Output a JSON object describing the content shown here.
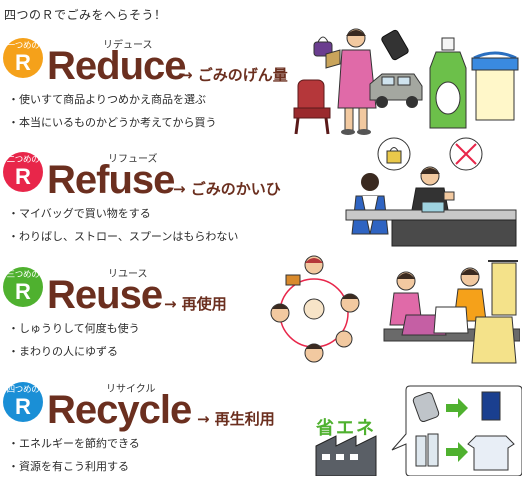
{
  "title": "四つのＲでごみをへらそう！",
  "sections": [
    {
      "badge": "一つめの",
      "letter": "R",
      "word": "Reduce",
      "kana": "リデュース",
      "arrow": "→ ごみのげん量",
      "color": "#f5a11a",
      "items": [
        "使いすて商品よりつめかえ商品を選ぶ",
        "本当にいるものかどうか考えてから買う"
      ]
    },
    {
      "badge": "二つめの",
      "letter": "R",
      "word": "Refuse",
      "kana": "リフューズ",
      "arrow": "→ ごみのかいひ",
      "color": "#e8264a",
      "items": [
        "マイバッグで買い物をする",
        "わりばし、ストロー、スプーンはもらわない"
      ]
    },
    {
      "badge": "三つめの",
      "letter": "R",
      "word": "Reuse",
      "kana": "リユース",
      "arrow": "→ 再使用",
      "color": "#4fb12f",
      "items": [
        "しゅうりして何度も使う",
        "まわりの人にゆずる"
      ]
    },
    {
      "badge": "四つめの",
      "letter": "R",
      "word": "Recycle",
      "kana": "リサイクル",
      "arrow": "→ 再生利用",
      "color": "#1a8fd6",
      "items": [
        "エネルギーを節約できる",
        "資源を有こう利用する"
      ]
    }
  ],
  "shoene": "省エネ"
}
